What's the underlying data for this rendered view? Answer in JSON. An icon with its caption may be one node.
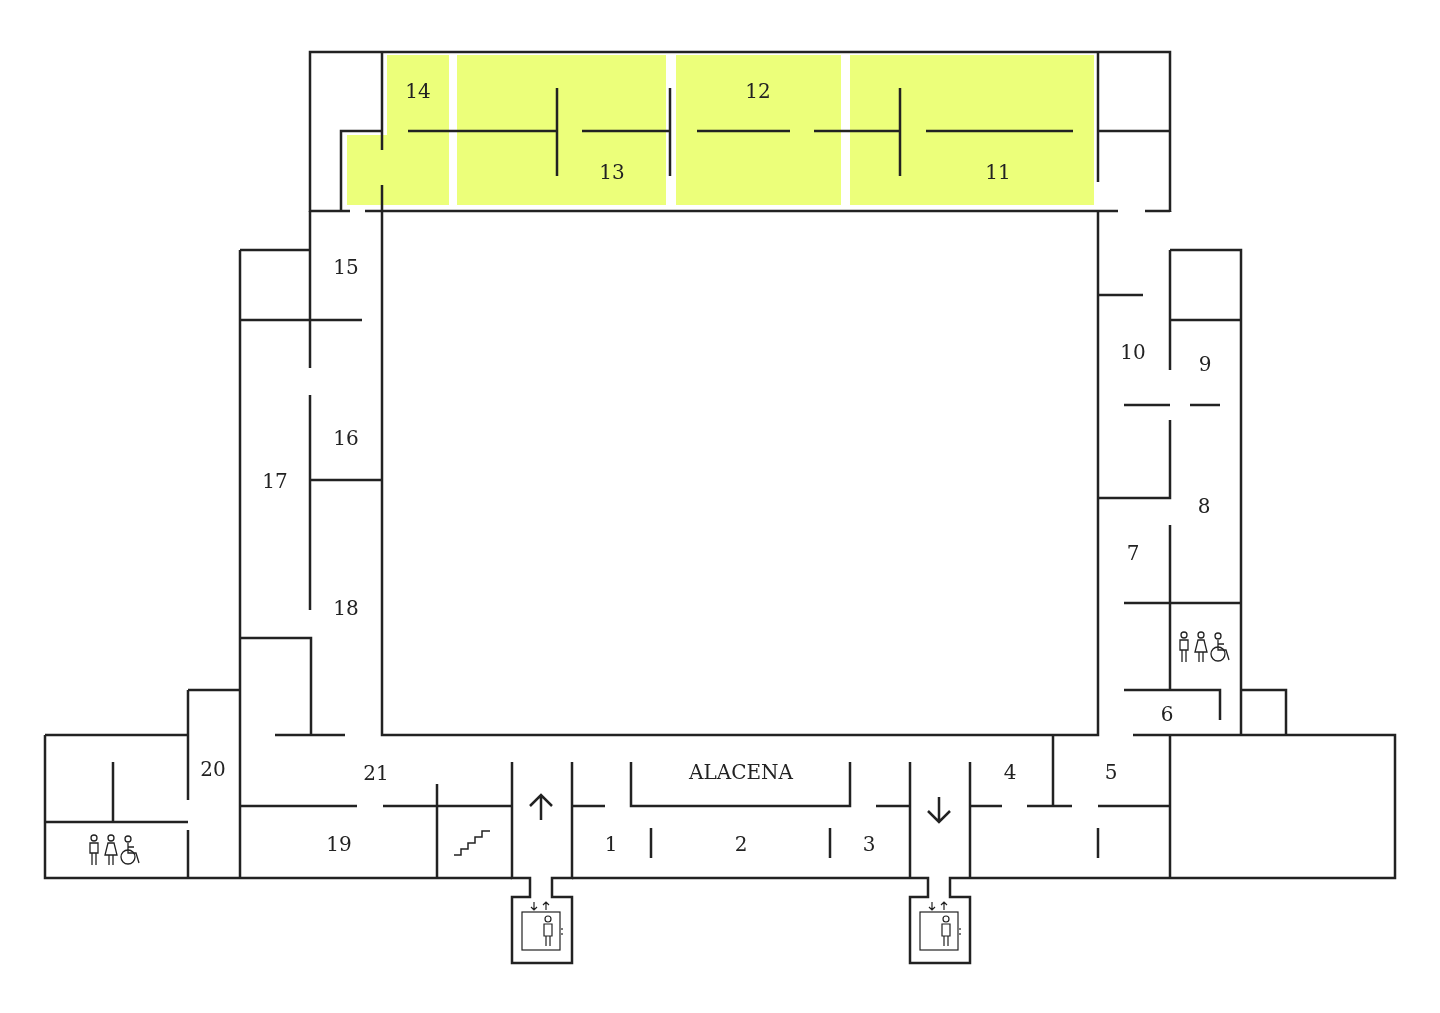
{
  "diagram": {
    "labels": [
      "14",
      "12",
      "13",
      "11",
      "15",
      "10",
      "9",
      "16",
      "17",
      "8",
      "7",
      "18",
      "6",
      "20",
      "21",
      "ALACENA",
      "4",
      "5",
      "19",
      "1",
      "2",
      "3"
    ]
  }
}
